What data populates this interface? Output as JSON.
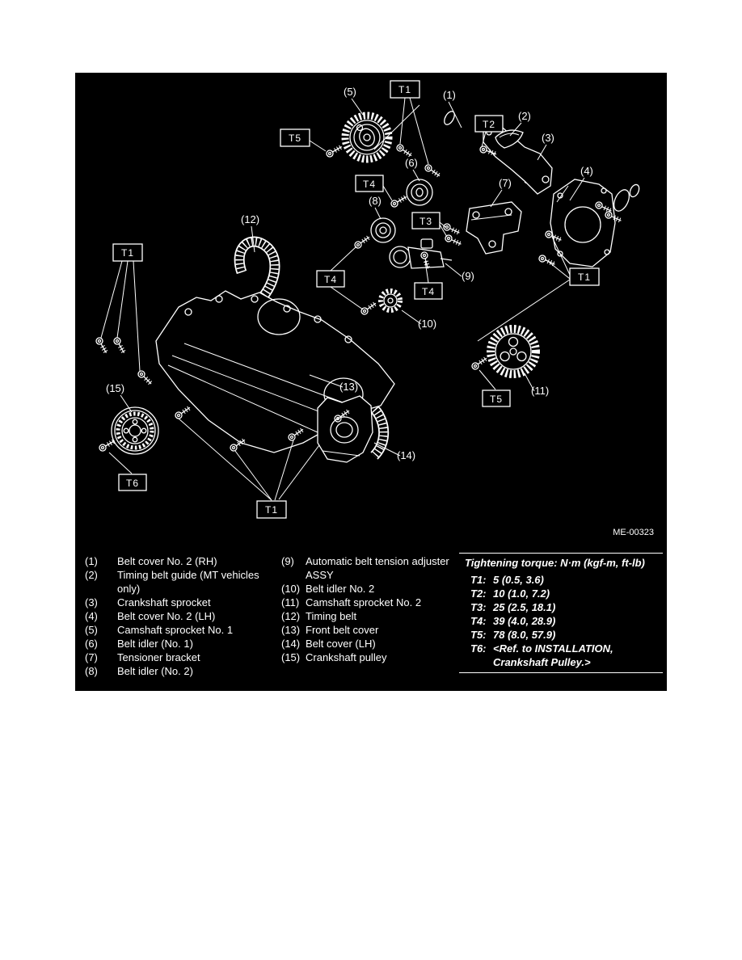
{
  "colors": {
    "page_bg": "#ffffff",
    "panel_bg": "#000000",
    "line": "#ffffff"
  },
  "figure": {
    "id": "ME-00323"
  },
  "callouts": [
    "(1)",
    "(2)",
    "(3)",
    "(4)",
    "(5)",
    "(6)",
    "(7)",
    "(8)",
    "(9)",
    "(10)",
    "(11)",
    "(12)",
    "(13)",
    "(14)",
    "(15)"
  ],
  "torque_labels": {
    "t1": "T1",
    "t2": "T2",
    "t3": "T3",
    "t4": "T4",
    "t5": "T5",
    "t6": "T6"
  },
  "legend": {
    "left": [
      {
        "num": "(1)",
        "label": "Belt cover No. 2 (RH)"
      },
      {
        "num": "(2)",
        "label": "Timing belt guide (MT vehicles only)"
      },
      {
        "num": "(3)",
        "label": "Crankshaft sprocket"
      },
      {
        "num": "(4)",
        "label": "Belt cover No. 2 (LH)"
      },
      {
        "num": "(5)",
        "label": "Camshaft sprocket No. 1"
      },
      {
        "num": "(6)",
        "label": "Belt idler (No. 1)"
      },
      {
        "num": "(7)",
        "label": "Tensioner bracket"
      },
      {
        "num": "(8)",
        "label": "Belt idler (No. 2)"
      }
    ],
    "right": [
      {
        "num": "(9)",
        "label": "Automatic belt tension adjuster ASSY"
      },
      {
        "num": "(10)",
        "label": "Belt idler No. 2"
      },
      {
        "num": "(11)",
        "label": "Camshaft sprocket No. 2"
      },
      {
        "num": "(12)",
        "label": "Timing belt"
      },
      {
        "num": "(13)",
        "label": "Front belt cover"
      },
      {
        "num": "(14)",
        "label": "Belt cover (LH)"
      },
      {
        "num": "(15)",
        "label": "Crankshaft pulley"
      }
    ]
  },
  "torque_table": {
    "title": "Tightening torque: N·m (kgf-m, ft-lb)",
    "rows": [
      {
        "id": "T1:",
        "value": "5 (0.5, 3.6)"
      },
      {
        "id": "T2:",
        "value": "10 (1.0, 7.2)"
      },
      {
        "id": "T3:",
        "value": "25 (2.5, 18.1)"
      },
      {
        "id": "T4:",
        "value": "39 (4.0, 28.9)"
      },
      {
        "id": "T5:",
        "value": "78 (8.0, 57.9)"
      },
      {
        "id": "T6:",
        "value": "<Ref. to INSTALLATION, Crankshaft Pulley.>"
      }
    ]
  }
}
